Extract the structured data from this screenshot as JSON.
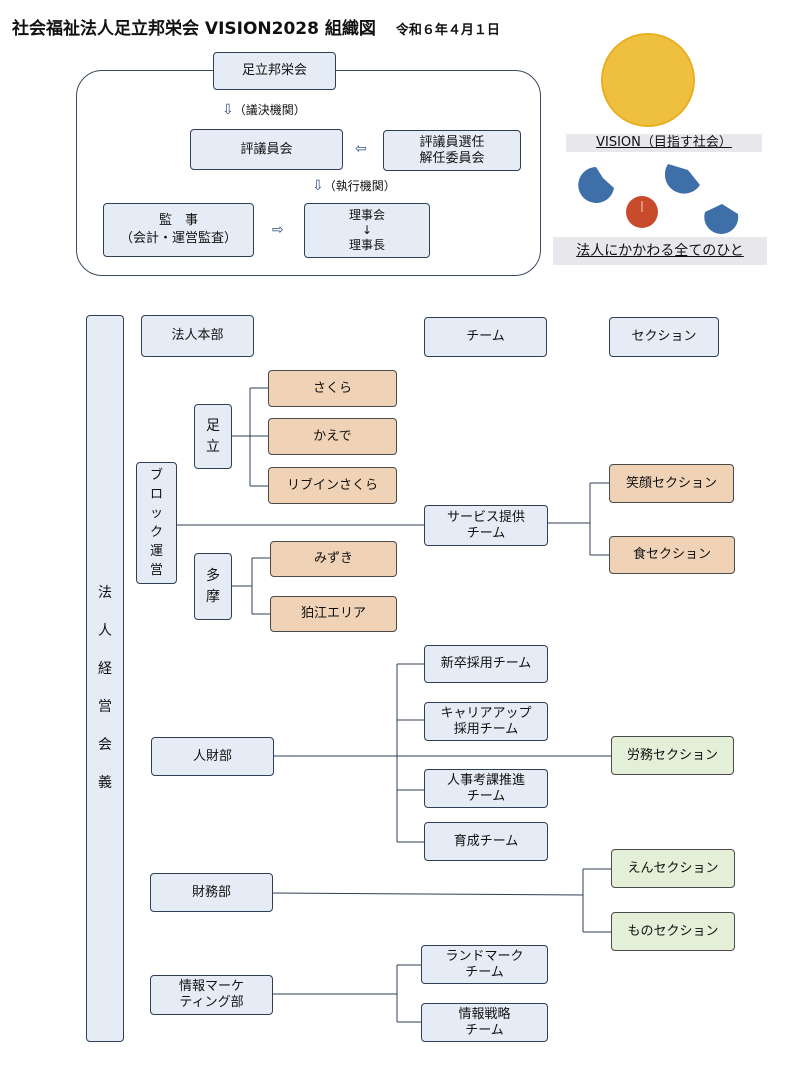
{
  "header": {
    "title": "社会福祉法人足立邦栄会 VISION2028 組織図",
    "date": "令和６年４月１日"
  },
  "governance": {
    "top": "足立邦栄会",
    "arrow1_label": "（議決機関）",
    "councillors": "評議員会",
    "selection_committee": [
      "評議員選任",
      "解任委員会"
    ],
    "arrow2_label": "（執行機関）",
    "auditor": [
      "監　事",
      "（会計・運営監査）"
    ],
    "board": [
      "理事会",
      "↓",
      "理事長"
    ]
  },
  "vision": {
    "label": "VISION（目指す社会）",
    "people_label": "法人にかかわる全てのひと",
    "colors": {
      "sun": "#efc03f",
      "bird": "#3f6fa8",
      "ball": "#c84c2c"
    }
  },
  "org": {
    "management": [
      "法",
      "人",
      "経",
      "営",
      "会",
      "義"
    ],
    "headquarters": "法人本部",
    "team_header": "チーム",
    "section_header": "セクション",
    "block": [
      "ブ",
      "ロ",
      "ッ",
      "ク",
      "運",
      "営"
    ],
    "adachi": [
      "足",
      "立"
    ],
    "tama": [
      "多",
      "摩"
    ],
    "adachi_units": [
      "さくら",
      "かえで",
      "リブインさくら"
    ],
    "tama_units": [
      "みずき",
      "狛江エリア"
    ],
    "service_team": [
      "サービス提供",
      "チーム"
    ],
    "service_sections": [
      "笑顔セクション",
      "食セクション"
    ],
    "hr_dept": "人財部",
    "hr_teams": [
      [
        "新卒採用チーム"
      ],
      [
        "キャリアアップ",
        "採用チーム"
      ],
      [
        "人事考課推進",
        "チーム"
      ],
      [
        "育成チーム"
      ]
    ],
    "hr_section": "労務セクション",
    "finance_dept": "財務部",
    "finance_sections": [
      "えんセクション",
      "ものセクション"
    ],
    "marketing_dept": [
      "情報マーケ",
      "ティング部"
    ],
    "marketing_teams": [
      [
        "ランドマーク",
        "チーム"
      ],
      [
        "情報戦略",
        "チーム"
      ]
    ]
  }
}
